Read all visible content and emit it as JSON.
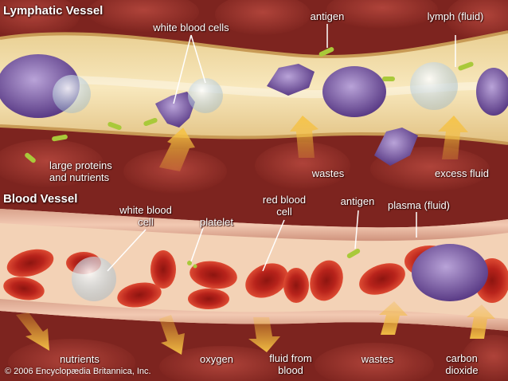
{
  "colors": {
    "tissue_background": "#8a2a24",
    "lymphatic_vessel_wall": "#f0d9a0",
    "lymph_fluid": "#f5e2b0",
    "blood_vessel_wall": "#e7b7a0",
    "plasma": "#f6d7b8",
    "red_blood_cell": "#c82a22",
    "white_blood_cell": "#7a5aa8",
    "antigen": "#a9c93a",
    "arrow": "#f2b431",
    "label_text": "#ffffff"
  },
  "titles": {
    "lymphatic": "Lymphatic Vessel",
    "blood": "Blood Vessel"
  },
  "labels": {
    "white_blood_cells": "white blood cells",
    "antigen_top": "antigen",
    "lymph": "lymph (fluid)",
    "large_proteins_line1": "large proteins",
    "large_proteins_line2": "and nutrients",
    "wastes_top": "wastes",
    "excess_fluid": "excess fluid",
    "wbc_bottom_line1": "white blood",
    "wbc_bottom_line2": "cell",
    "platelet": "platelet",
    "rbc_line1": "red blood",
    "rbc_line2": "cell",
    "antigen_bottom": "antigen",
    "plasma": "plasma (fluid)",
    "nutrients": "nutrients",
    "oxygen": "oxygen",
    "fluid_from_blood_line1": "fluid from",
    "fluid_from_blood_line2": "blood",
    "wastes_bottom": "wastes",
    "co2_line1": "carbon",
    "co2_line2": "dioxide"
  },
  "copyright": "© 2006 Encyclopædia Britannica, Inc."
}
